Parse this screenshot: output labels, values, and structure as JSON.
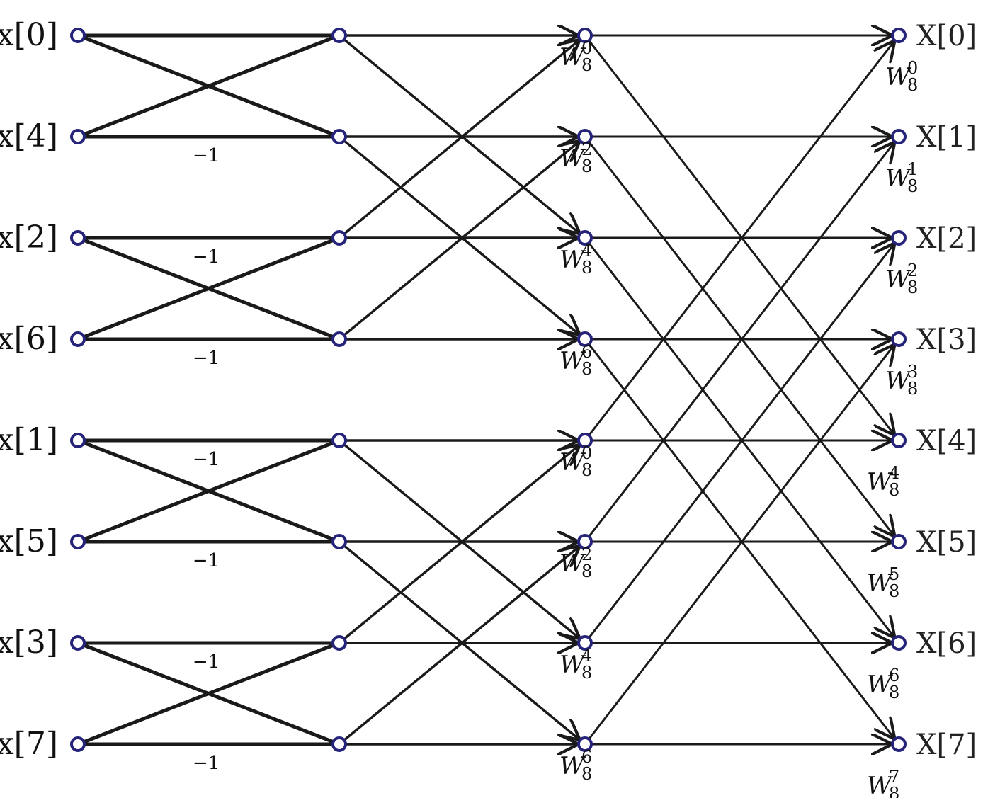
{
  "diagram": {
    "inputs": [
      "x[0]",
      "x[4]",
      "x[2]",
      "x[6]",
      "x[1]",
      "x[5]",
      "x[3]",
      "x[7]"
    ],
    "outputs": [
      "X[0]",
      "X[1]",
      "X[2]",
      "X[3]",
      "X[4]",
      "X[5]",
      "X[6]",
      "X[7]"
    ],
    "twiddle_base": "W",
    "stage1_negations": [
      {
        "row": 1,
        "text": "−1"
      },
      {
        "row": 2,
        "text": "−1"
      },
      {
        "row": 3,
        "text": "−1"
      },
      {
        "row": 4,
        "text": "−1"
      },
      {
        "row": 5,
        "text": "−1"
      },
      {
        "row": 6,
        "text": "−1"
      },
      {
        "row": 7,
        "text": "−1"
      }
    ],
    "stage2_twiddles": [
      {
        "row": 0,
        "sub": "8",
        "sup": "0"
      },
      {
        "row": 1,
        "sub": "8",
        "sup": "2"
      },
      {
        "row": 2,
        "sub": "8",
        "sup": "4"
      },
      {
        "row": 3,
        "sub": "8",
        "sup": "6"
      },
      {
        "row": 4,
        "sub": "8",
        "sup": "0"
      },
      {
        "row": 5,
        "sub": "8",
        "sup": "2"
      },
      {
        "row": 6,
        "sub": "8",
        "sup": "4"
      },
      {
        "row": 7,
        "sub": "8",
        "sup": "6"
      }
    ],
    "stage3_twiddles": [
      {
        "row": 0,
        "sub": "8",
        "sup": "0"
      },
      {
        "row": 1,
        "sub": "8",
        "sup": "1"
      },
      {
        "row": 2,
        "sub": "8",
        "sup": "2"
      },
      {
        "row": 3,
        "sub": "8",
        "sup": "3"
      },
      {
        "row": 4,
        "sub": "8",
        "sup": "4"
      },
      {
        "row": 5,
        "sub": "8",
        "sup": "5"
      },
      {
        "row": 6,
        "sub": "8",
        "sup": "6"
      },
      {
        "row": 7,
        "sub": "8",
        "sup": "7"
      }
    ],
    "colors": {
      "line": "#1a1a1a",
      "node_stroke": "#25237a",
      "node_fill": "#ffffff"
    }
  }
}
